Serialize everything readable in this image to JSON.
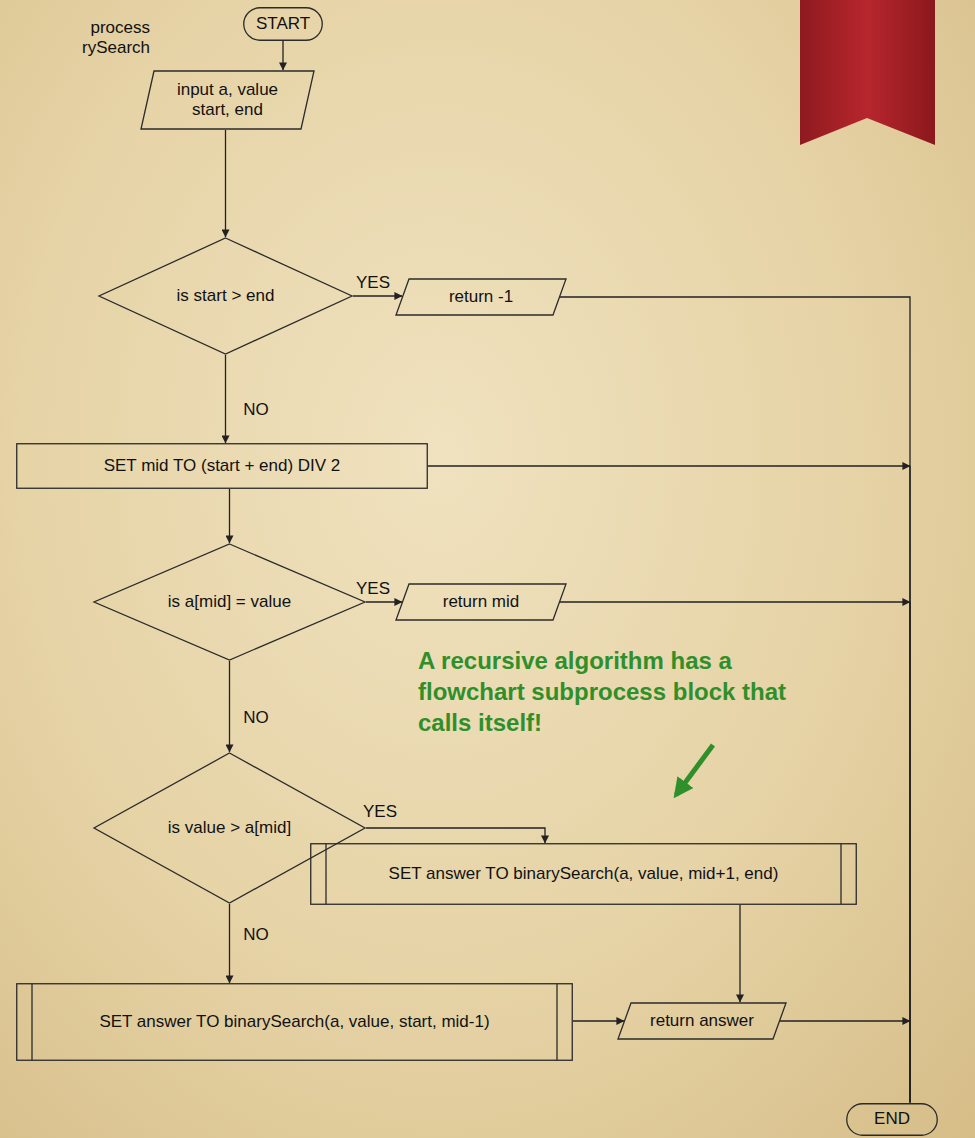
{
  "diagram": {
    "nodes": [
      {
        "text": [
          "START"
        ]
      },
      {
        "text": [
          "input a, value start, end"
        ]
      },
      {
        "text": [
          "is start > end"
        ]
      },
      {
        "text": [
          "return -1"
        ]
      },
      {
        "text": [
          "SET mid TO (start + end) DIV 2"
        ]
      },
      {
        "text": [
          "is a[mid] = value"
        ]
      },
      {
        "text": [
          "return mid"
        ]
      },
      {
        "text": [
          "is value > a[mid]"
        ]
      },
      {
        "text": [
          "SET answer TO binarySearch(a, value, mid+1, end)"
        ]
      },
      {
        "text": [
          "SET answer TO binarySearch(a, value, start, mid-1)"
        ]
      },
      {
        "text": [
          "return answer"
        ]
      },
      {
        "text": [
          "END"
        ]
      }
    ],
    "edges": [
      {
        "from": 0,
        "to": 1,
        "arrow": "to"
      },
      {
        "from": 1,
        "to": 2,
        "arrow": "to"
      },
      {
        "from": 2,
        "to": 3,
        "label": "YES",
        "arrow": "to"
      },
      {
        "from": 2,
        "to": 4,
        "label": "NO",
        "arrow": "to"
      },
      {
        "from": 3,
        "to": 11,
        "arrow": "none"
      },
      {
        "from": 4,
        "to": 11,
        "arrow": "to"
      },
      {
        "from": 4,
        "to": 5,
        "arrow": "to"
      },
      {
        "from": 5,
        "to": 6,
        "label": "YES",
        "arrow": "to"
      },
      {
        "from": 6,
        "to": 11,
        "arrow": "to"
      },
      {
        "from": 5,
        "to": 7,
        "label": "NO",
        "arrow": "to"
      },
      {
        "from": 7,
        "to": 8,
        "label": "YES",
        "arrow": "to"
      },
      {
        "from": 7,
        "to": 9,
        "label": "NO",
        "arrow": "to"
      },
      {
        "from": 8,
        "to": 10,
        "arrow": "to"
      },
      {
        "from": 9,
        "to": 10,
        "arrow": "to"
      },
      {
        "from": 10,
        "to": 11,
        "arrow": "to"
      }
    ],
    "labels": [
      "process",
      "rySearch",
      "A recursive algorithm has a flowchart subprocess block that calls itself!"
    ]
  }
}
